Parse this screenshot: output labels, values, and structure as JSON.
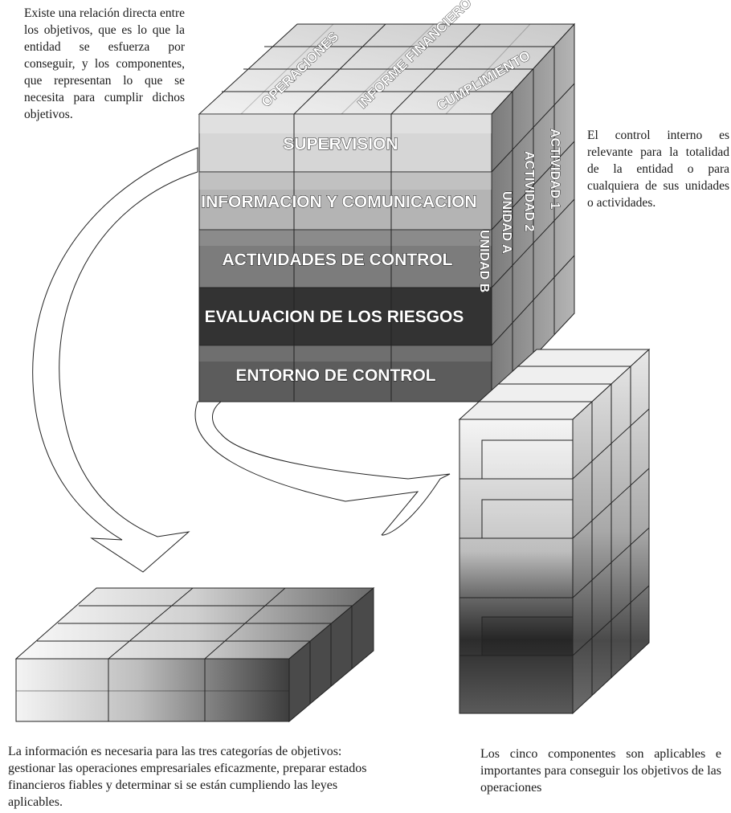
{
  "notes": {
    "top_left": "Existe una relación directa entre los objetivos, que es lo que la entidad se esfuerza por conseguir, y los componentes, que representan lo que se necesita para cumplir dichos objetivos.",
    "right": "El control interno es relevante para la totalidad de la entidad o para cualquiera de sus unidades o actividades.",
    "bottom_left": "La información es necesaria para las tres categorías de objetivos: gestionar las operaciones empresariales eficazmente, preparar estados financieros fiables y determinar si se están cumpliendo las leyes aplicables.",
    "bottom_right": "Los cinco componentes son aplicables e importantes para conseguir los objetivos de las operaciones"
  },
  "cube": {
    "objectives": [
      "OPERACIONES",
      "INFORME FINANCIERO",
      "CUMPLIMIENTO"
    ],
    "components": [
      "SUPERVISION",
      "INFORMACION Y COMUNICACION",
      "ACTIVIDADES DE CONTROL",
      "EVALUACION DE LOS RIESGOS",
      "ENTORNO DE CONTROL"
    ],
    "units": [
      "UNIDAD B",
      "UNIDAD A",
      "ACTIVIDAD 2",
      "ACTIVIDAD 1"
    ]
  },
  "colors": {
    "row_fills": [
      "#d9d9d9",
      "#bdbdbd",
      "#8a8a8a",
      "#3c3c3c",
      "#626262"
    ],
    "line": "#222222"
  }
}
